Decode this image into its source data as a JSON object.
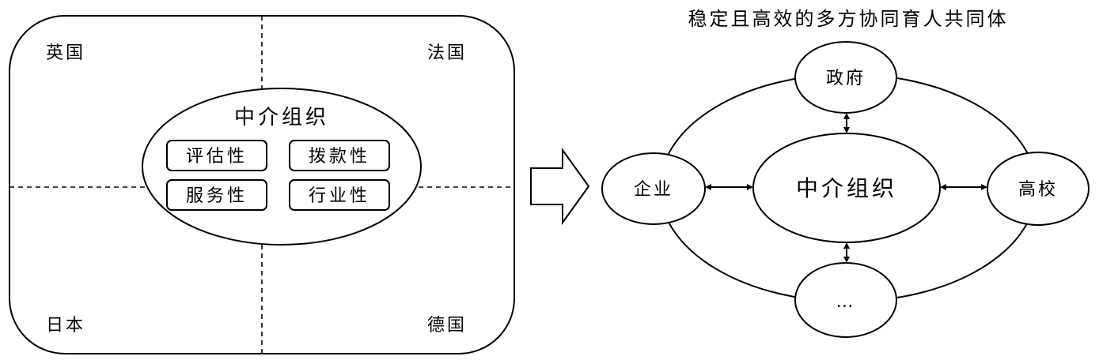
{
  "left_panel": {
    "countries": {
      "top_left": "英国",
      "top_right": "法国",
      "bottom_left": "日本",
      "bottom_right": "德国"
    },
    "center_title": "中介组织",
    "traits": [
      "评估性",
      "拨款性",
      "服务性",
      "行业性"
    ]
  },
  "right_panel": {
    "title": "稳定且高效的多方协同育人共同体",
    "nodes": {
      "top": "政府",
      "left": "企业",
      "center": "中介组织",
      "right": "高校",
      "bottom": "…"
    }
  }
}
